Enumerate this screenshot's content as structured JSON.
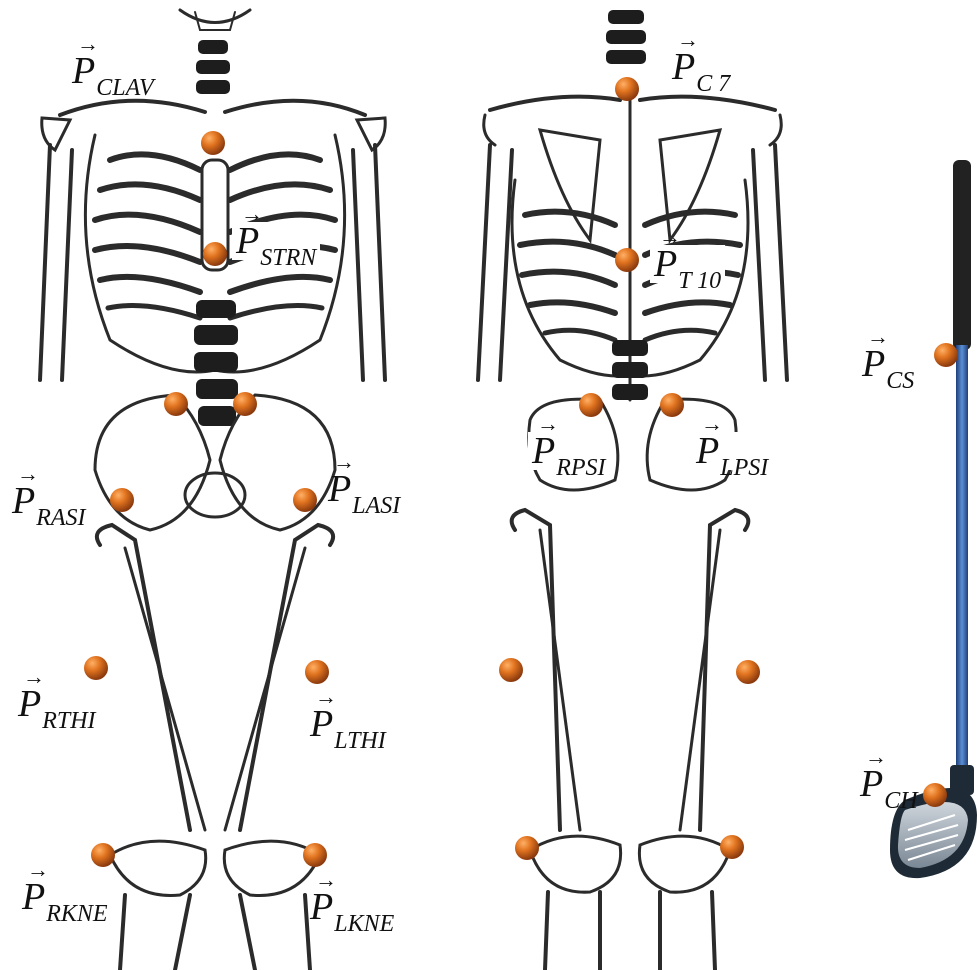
{
  "markers": {
    "clav": {
      "label": "P",
      "sub": "CLAV"
    },
    "strn": {
      "label": "P",
      "sub": "STRN"
    },
    "rasi": {
      "label": "P",
      "sub": "RASI"
    },
    "lasi": {
      "label": "P",
      "sub": "LASI"
    },
    "rthi": {
      "label": "P",
      "sub": "RTHI"
    },
    "lthi": {
      "label": "P",
      "sub": "LTHI"
    },
    "rkne": {
      "label": "P",
      "sub": "RKNE"
    },
    "lkne": {
      "label": "P",
      "sub": "LKNE"
    },
    "c7": {
      "label": "P",
      "sub": "C 7"
    },
    "t10": {
      "label": "P",
      "sub": "T 10"
    },
    "rpsi": {
      "label": "P",
      "sub": "RPSI"
    },
    "lpsi": {
      "label": "P",
      "sub": "LPSI"
    },
    "cs": {
      "label": "P",
      "sub": "CS"
    },
    "ch": {
      "label": "P",
      "sub": "CH"
    }
  },
  "colors": {
    "marker": "#d2691e",
    "marker_dark": "#8b3a0e",
    "bone_stroke": "#2b2b2b",
    "shaft": "#3f6fb5",
    "grip": "#222222",
    "club_head": "#1e2a35"
  }
}
